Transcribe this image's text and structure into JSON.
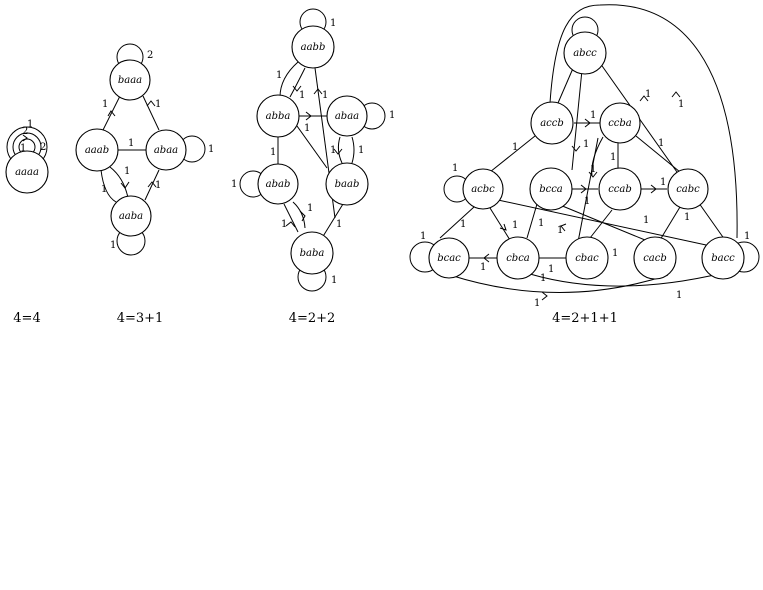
{
  "captions": [
    "4=4",
    "4=3+1",
    "4=2+2",
    "4=2+1+1"
  ],
  "nodes": {
    "aaaa": "aaaa",
    "baaa": "baaa",
    "aaab": "aaab",
    "abaa": "abaa",
    "aaba": "aaba",
    "aabb": "aabb",
    "abba": "abba",
    "abaa2": "abaa",
    "abab": "abab",
    "baab": "baab",
    "baba": "baba",
    "abcc": "abcc",
    "accb": "accb",
    "ccba": "ccba",
    "acbc": "acbc",
    "bcca": "bcca",
    "ccab": "ccab",
    "cabc": "cabc",
    "bcac": "bcac",
    "cbca": "cbca",
    "cbac": "cbac",
    "cacb": "cacb",
    "bacc": "bacc"
  },
  "weights": {
    "one": "1",
    "two": "2"
  }
}
